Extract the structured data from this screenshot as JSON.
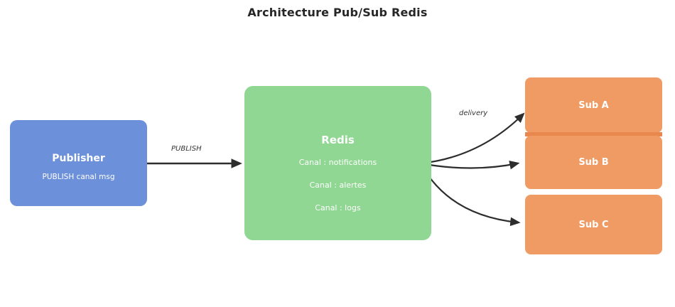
{
  "title": "Architecture Pub/Sub Redis",
  "publisher": {
    "title": "Publisher",
    "subtitle": "PUBLISH canal msg"
  },
  "redis": {
    "title": "Redis",
    "channels": [
      "Canal : notifications",
      "Canal : alertes",
      "Canal : logs"
    ]
  },
  "subscribers": [
    {
      "label": "Sub A"
    },
    {
      "label": "Sub B"
    },
    {
      "label": "Sub C"
    }
  ],
  "edges": {
    "publish_label": "PUBLISH",
    "delivery_label": "delivery"
  },
  "colors": {
    "publisher_fill": "#6c91da",
    "redis_fill": "#8fd792",
    "subscriber_fill": "#f09a64",
    "subscriber_divider": "#e8884f",
    "arrow": "#2d2d2d",
    "title_text": "#262626",
    "edge_label_text": "#333333",
    "node_text": "#ffffff",
    "background": "#ffffff"
  }
}
